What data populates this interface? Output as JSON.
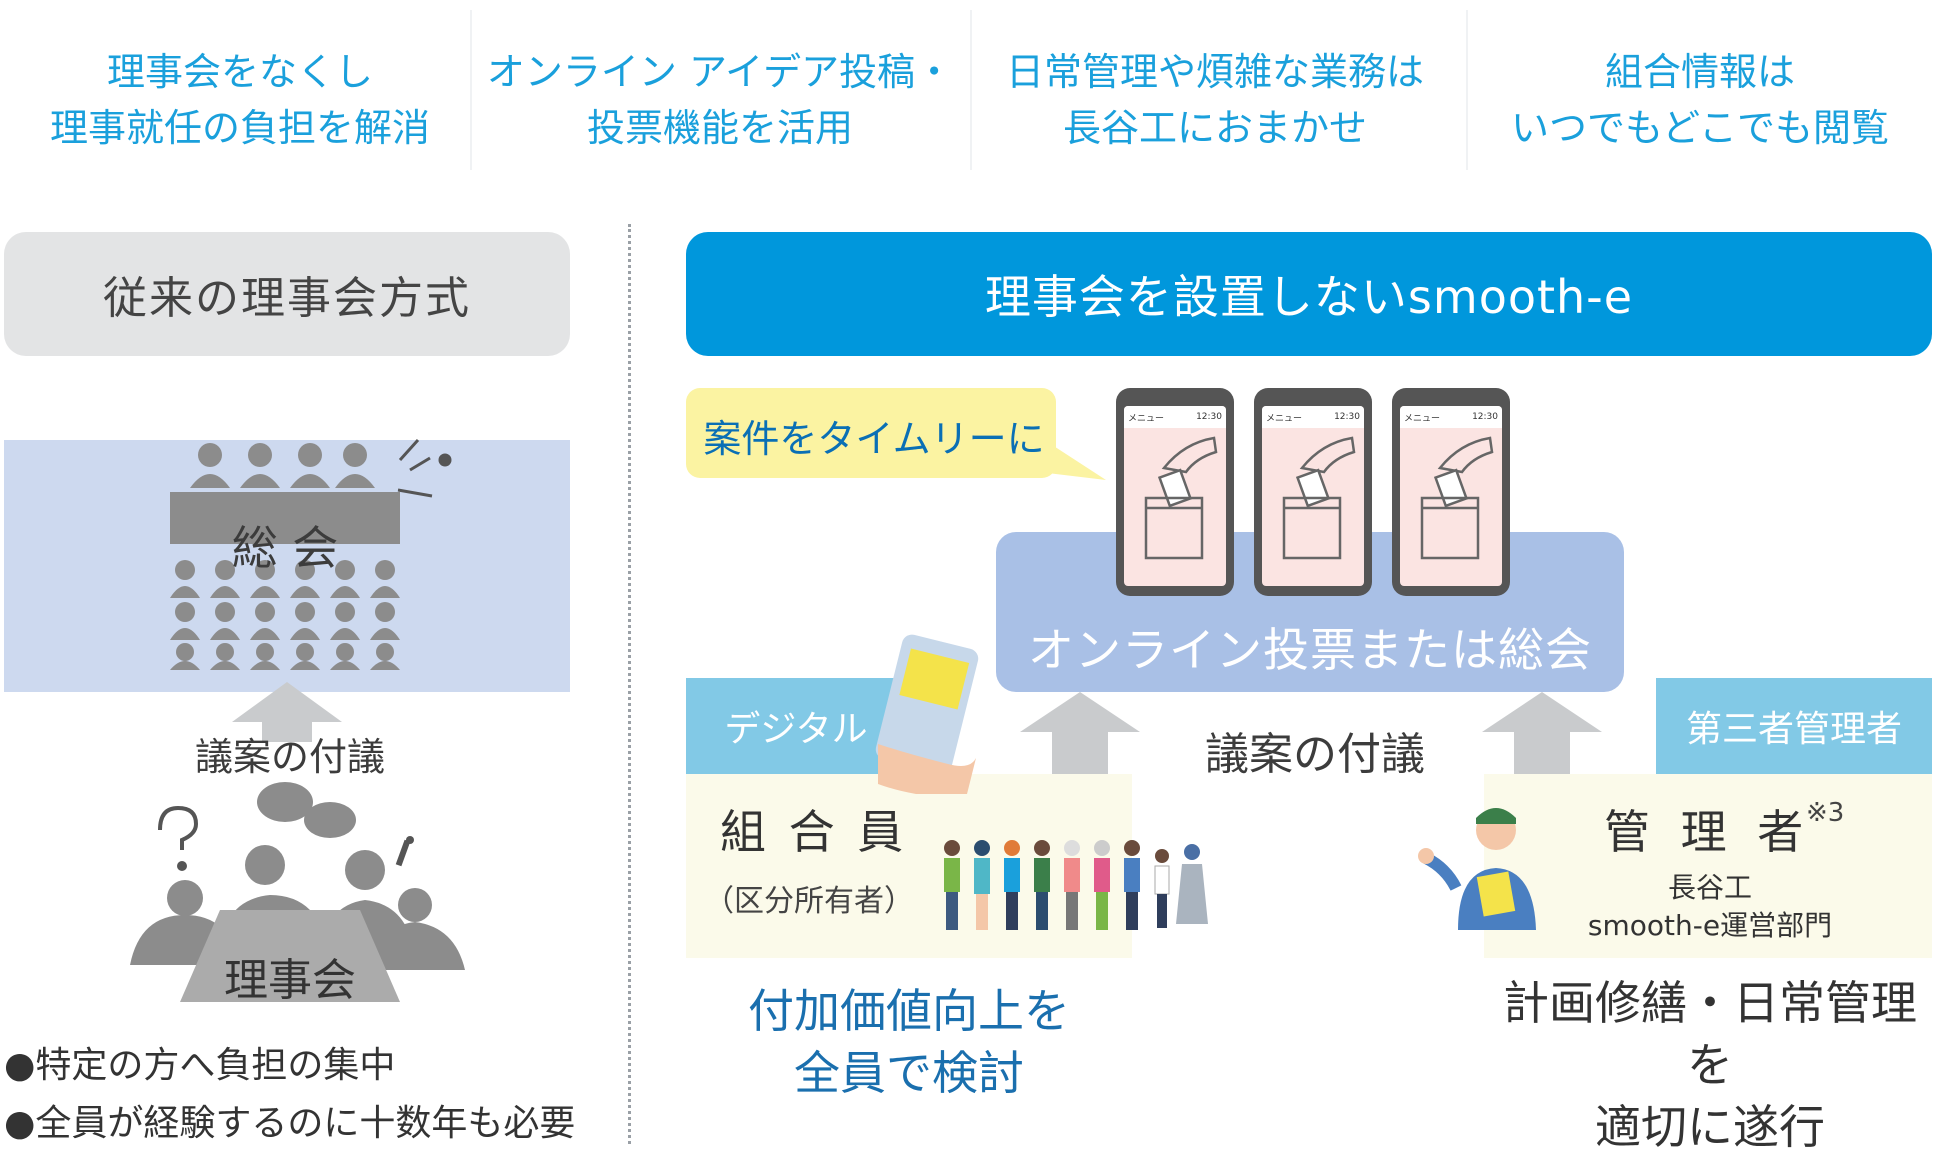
{
  "features": [
    {
      "line1": "理事会をなくし",
      "line2": "理事就任の負担を解消"
    },
    {
      "line1": "オンライン アイデア投稿・",
      "line2": "投票機能を活用"
    },
    {
      "line1": "日常管理や煩雑な業務は",
      "line2": "長谷工におまかせ"
    },
    {
      "line1": "組合情報は",
      "line2": "いつでもどこでも閲覧"
    }
  ],
  "left": {
    "header": "従来の理事会方式",
    "general_meeting": "総 会",
    "proposal": "議案の付議",
    "board": "理事会",
    "bullets": [
      "●特定の方へ負担の集中",
      "●全員が経験するのに十数年も必要"
    ]
  },
  "right": {
    "header": "理事会を設置しないsmooth-e",
    "bubble": "案件をタイムリーに",
    "phone_menu": "メニュー",
    "phone_time": "12:30",
    "online_vote": "オンライン投票または総会",
    "proposal": "議案の付議",
    "digital_tag": "デジタル",
    "members": "組 合 員",
    "members_sub": "（区分所有者）",
    "third_party_tag": "第三者管理者",
    "manager": "管 理 者",
    "manager_note": "※3",
    "manager_sub1": "長谷工",
    "manager_sub2": "smooth-e運営部門",
    "bottom_left_line1": "付加価値向上を",
    "bottom_left_line2": "全員で検討",
    "bottom_right_line1": "計画修繕・日常管理を",
    "bottom_right_line2": "適切に遂行"
  },
  "colors": {
    "accent_blue": "#0097dc",
    "feature_text": "#1aa0dc",
    "online_box": "#a9c0e6",
    "tag": "#82c9e6",
    "bubble": "#fbf3a2",
    "phone_screen": "#fbe4e2"
  }
}
